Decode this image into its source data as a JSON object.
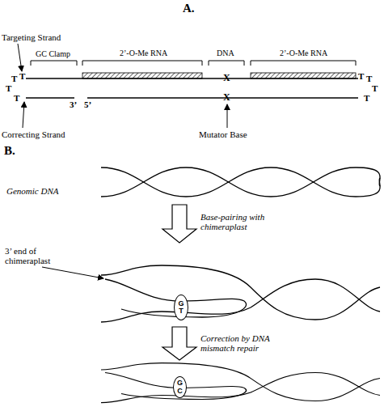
{
  "diagram": {
    "nodes": [
      {
        "text": [
          "G T"
        ]
      },
      {
        "text": [
          "G C"
        ]
      }
    ],
    "labels": [
      "A.",
      "Targeting Strand",
      "GC Clamp",
      "2’-O-Me RNA",
      "DNA",
      "2’-O-Me RNA",
      "T",
      "T",
      "T",
      "T",
      "T",
      "T",
      "T",
      "T",
      "X",
      "X",
      "3’",
      "5’",
      "Correcting Strand",
      "Mutator Base",
      "B.",
      "Genomic DNA",
      "Base-pairing with chimeraplast",
      "3’ end of chimeraplast",
      "Correction by DNA mismatch repair"
    ]
  }
}
